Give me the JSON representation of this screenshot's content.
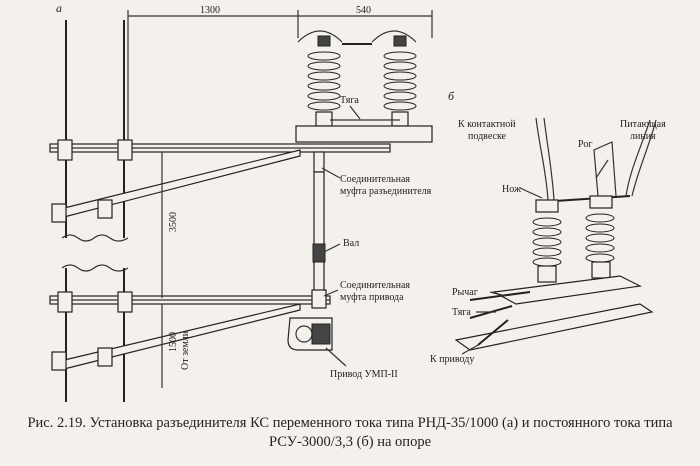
{
  "panels": {
    "a": "а",
    "b": "б"
  },
  "dimensions": {
    "d1300": "1300",
    "d540": "540",
    "d3500": "3500",
    "d1500": "1500",
    "ground": "От земли"
  },
  "labels_a": {
    "tyaga": "Тяга",
    "mufta1_l1": "Соединительная",
    "mufta1_l2": "муфта разъединителя",
    "val": "Вал",
    "mufta2_l1": "Соединительная",
    "mufta2_l2": "муфта привода",
    "privod": "Привод УМП-II"
  },
  "labels_b": {
    "kontakt_l1": "К контактной",
    "kontakt_l2": "подвеске",
    "pit_l1": "Питающая",
    "pit_l2": "линия",
    "rog": "Рог",
    "nozh": "Нож",
    "rychag": "Рычаг",
    "tyaga": "Тяга",
    "privodu": "К приводу"
  },
  "caption": {
    "line1": "Рис. 2.19. Установка разъединителя КС переменного тока типа РНД-35/1000 (а) и постоянного тока типа",
    "line2": "РСУ-3000/3,3 (б) на опоре"
  }
}
